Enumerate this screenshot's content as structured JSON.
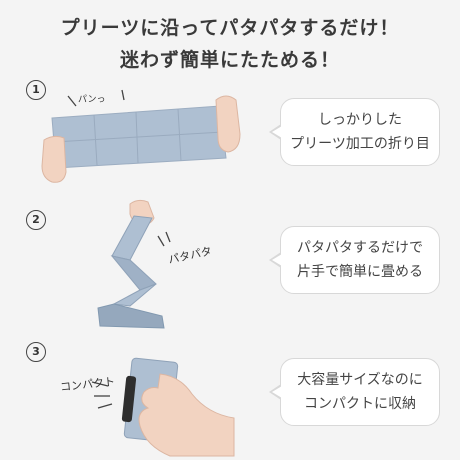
{
  "title": {
    "line1": "プリーツに沿ってパタパタするだけ！",
    "line2": "迷わず簡単にたためる！"
  },
  "steps": [
    {
      "number": "1",
      "sfx": "パンっ",
      "text_line1": "しっかりした",
      "text_line2": "プリーツ加工の折り目"
    },
    {
      "number": "2",
      "sfx": "パタパタ",
      "text_line1": "パタパタするだけで",
      "text_line2": "片手で簡単に畳める"
    },
    {
      "number": "3",
      "sfx": "コンパクト",
      "text_line1": "大容量サイズなのに",
      "text_line2": "コンパクトに収納"
    }
  ],
  "colors": {
    "bag": "#aebfd2",
    "bag_shadow": "#8fa2b8",
    "skin": "#f2d3c1",
    "band": "#2e2e2e"
  }
}
